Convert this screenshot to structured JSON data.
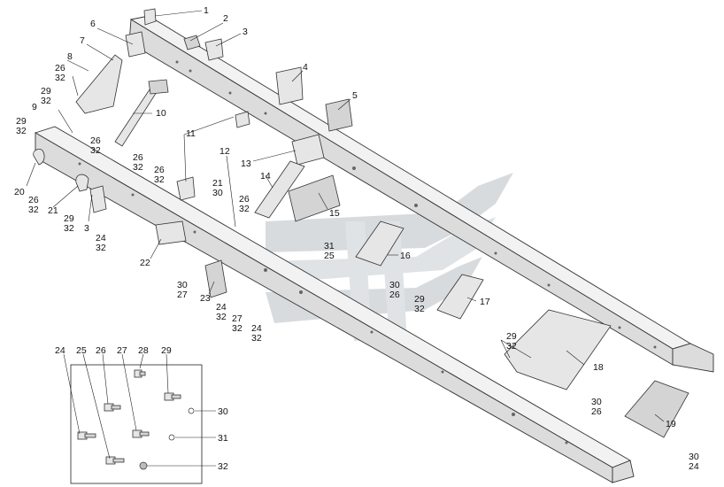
{
  "callouts": [
    {
      "id": "c1",
      "text": "1"
    },
    {
      "id": "c2",
      "text": "2"
    },
    {
      "id": "c3a",
      "text": "3"
    },
    {
      "id": "c4",
      "text": "4"
    },
    {
      "id": "c5",
      "text": "5"
    },
    {
      "id": "c6",
      "text": "6"
    },
    {
      "id": "c7",
      "text": "7"
    },
    {
      "id": "c8",
      "text": "8"
    },
    {
      "id": "c9",
      "text": "9"
    },
    {
      "id": "c10",
      "text": "10"
    },
    {
      "id": "c11",
      "text": "11"
    },
    {
      "id": "c12",
      "text": "12"
    },
    {
      "id": "c13",
      "text": "13"
    },
    {
      "id": "c14",
      "text": "14"
    },
    {
      "id": "c15",
      "text": "15"
    },
    {
      "id": "c16",
      "text": "16"
    },
    {
      "id": "c17",
      "text": "17"
    },
    {
      "id": "c18",
      "text": "18"
    },
    {
      "id": "c19",
      "text": "19"
    },
    {
      "id": "c20",
      "text": "20"
    },
    {
      "id": "c21",
      "text": "21"
    },
    {
      "id": "c22",
      "text": "22"
    },
    {
      "id": "c23",
      "text": "23"
    },
    {
      "id": "c3b",
      "text": "3"
    },
    {
      "id": "p26a",
      "text": "26"
    },
    {
      "id": "p32a",
      "text": "32"
    },
    {
      "id": "p29a",
      "text": "29"
    },
    {
      "id": "p32b",
      "text": "32"
    },
    {
      "id": "p29b",
      "text": "29"
    },
    {
      "id": "p32c",
      "text": "32"
    },
    {
      "id": "p26b",
      "text": "26"
    },
    {
      "id": "p32d",
      "text": "32"
    },
    {
      "id": "p26c",
      "text": "26"
    },
    {
      "id": "p32e",
      "text": "32"
    },
    {
      "id": "p26d",
      "text": "26"
    },
    {
      "id": "p32f",
      "text": "32"
    },
    {
      "id": "p26e",
      "text": "26"
    },
    {
      "id": "p32g",
      "text": "32"
    },
    {
      "id": "p29c",
      "text": "29"
    },
    {
      "id": "p32h",
      "text": "32"
    },
    {
      "id": "p24a",
      "text": "24"
    },
    {
      "id": "p32i",
      "text": "32"
    },
    {
      "id": "p21a",
      "text": "21"
    },
    {
      "id": "p30a",
      "text": "30"
    },
    {
      "id": "p26f",
      "text": "26"
    },
    {
      "id": "p32j",
      "text": "32"
    },
    {
      "id": "p31a",
      "text": "31"
    },
    {
      "id": "p25a",
      "text": "25"
    },
    {
      "id": "p30b",
      "text": "30"
    },
    {
      "id": "p27a",
      "text": "27"
    },
    {
      "id": "p24b",
      "text": "24"
    },
    {
      "id": "p32k",
      "text": "32"
    },
    {
      "id": "p27b",
      "text": "27"
    },
    {
      "id": "p32l",
      "text": "32"
    },
    {
      "id": "p24c",
      "text": "24"
    },
    {
      "id": "p32m",
      "text": "32"
    },
    {
      "id": "p30c",
      "text": "30"
    },
    {
      "id": "p26g",
      "text": "26"
    },
    {
      "id": "p29d",
      "text": "29"
    },
    {
      "id": "p32n",
      "text": "32"
    },
    {
      "id": "p29e",
      "text": "29"
    },
    {
      "id": "p32o",
      "text": "32"
    },
    {
      "id": "p30d",
      "text": "30"
    },
    {
      "id": "p26h",
      "text": "26"
    },
    {
      "id": "p30e",
      "text": "30"
    },
    {
      "id": "p24d",
      "text": "24"
    }
  ],
  "fasteners": [
    {
      "id": "f24",
      "text": "24"
    },
    {
      "id": "f25",
      "text": "25"
    },
    {
      "id": "f26",
      "text": "26"
    },
    {
      "id": "f27",
      "text": "27"
    },
    {
      "id": "f28",
      "text": "28"
    },
    {
      "id": "f29",
      "text": "29"
    },
    {
      "id": "f30",
      "text": "30"
    },
    {
      "id": "f31",
      "text": "31"
    },
    {
      "id": "f32",
      "text": "32"
    }
  ],
  "colors": {
    "line": "#333333",
    "fill": "#e6e6e6",
    "watermark": "#b9bfc4"
  }
}
